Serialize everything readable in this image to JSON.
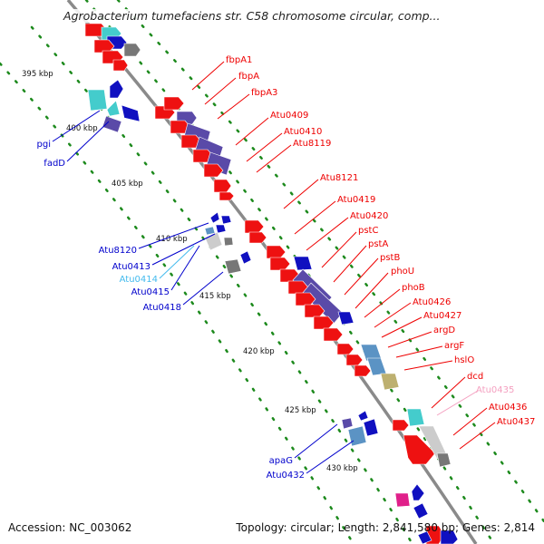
{
  "title": "Agrobacterium tumefaciens str. C58 chromosome circular, comp...",
  "footer": {
    "accession": "Accession: NC_003062",
    "topology": "Topology: circular; Length: 2,841,580 bp; Genes: 2,814"
  },
  "colors": {
    "backbone": "#8a8a8a",
    "tick": "#1d8a1d",
    "forward_label": "#ee0000",
    "reverse_label": "#0000cc",
    "gene_red": "#ee1111",
    "gene_navy": "#1010c0",
    "gene_purple": "#5a4aa8",
    "gene_teal": "#44cccc",
    "gene_gray": "#777777",
    "gene_light": "#cccccc",
    "gene_steel": "#5b93c4",
    "gene_olive": "#bdb070",
    "gene_magenta": "#e0208a"
  },
  "ticks": [
    "395 kbp",
    "400 kbp",
    "405 kbp",
    "410 kbp",
    "415 kbp",
    "420 kbp",
    "425 kbp",
    "430 kbp"
  ],
  "labels_forward": [
    {
      "text": "fbpA1",
      "color": "#ee0000"
    },
    {
      "text": "fbpA",
      "color": "#ee0000"
    },
    {
      "text": "fbpA3",
      "color": "#ee0000"
    },
    {
      "text": "Atu0409",
      "color": "#ee0000"
    },
    {
      "text": "Atu0410",
      "color": "#ee0000"
    },
    {
      "text": "Atu8119",
      "color": "#ee0000"
    },
    {
      "text": "Atu8121",
      "color": "#ee0000"
    },
    {
      "text": "Atu0419",
      "color": "#ee0000"
    },
    {
      "text": "Atu0420",
      "color": "#ee0000"
    },
    {
      "text": "pstC",
      "color": "#ee0000"
    },
    {
      "text": "pstA",
      "color": "#ee0000"
    },
    {
      "text": "pstB",
      "color": "#ee0000"
    },
    {
      "text": "phoU",
      "color": "#ee0000"
    },
    {
      "text": "phoB",
      "color": "#ee0000"
    },
    {
      "text": "Atu0426",
      "color": "#ee0000"
    },
    {
      "text": "Atu0427",
      "color": "#ee0000"
    },
    {
      "text": "argD",
      "color": "#ee0000"
    },
    {
      "text": "argF",
      "color": "#ee0000"
    },
    {
      "text": "hslO",
      "color": "#ee0000"
    },
    {
      "text": "dcd",
      "color": "#ee0000"
    },
    {
      "text": "Atu0435",
      "color": "#f4a0c0"
    },
    {
      "text": "Atu0436",
      "color": "#ee0000"
    },
    {
      "text": "Atu0437",
      "color": "#ee0000"
    }
  ],
  "labels_reverse": [
    {
      "text": "pgi",
      "color": "#0000cc"
    },
    {
      "text": "fadD",
      "color": "#0000cc"
    },
    {
      "text": "Atu8120",
      "color": "#0000cc"
    },
    {
      "text": "Atu0413",
      "color": "#0000cc"
    },
    {
      "text": "Atu0414",
      "color": "#44bbee"
    },
    {
      "text": "Atu0415",
      "color": "#0000cc"
    },
    {
      "text": "Atu0418",
      "color": "#0000cc"
    },
    {
      "text": "apaG",
      "color": "#0000cc"
    },
    {
      "text": "Atu0432",
      "color": "#0000cc"
    }
  ]
}
